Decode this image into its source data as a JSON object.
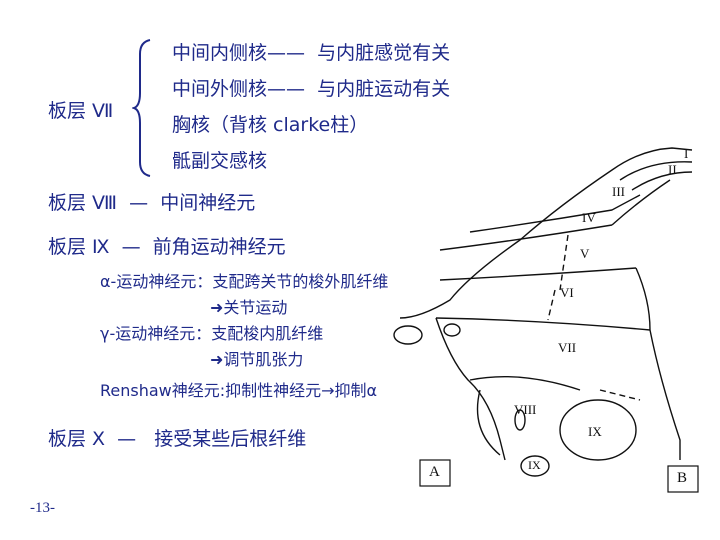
{
  "lamina_vii": {
    "label": "板层 Ⅶ",
    "items": [
      {
        "name": "中间内侧核",
        "dash": "——",
        "desc": "与内脏感觉有关"
      },
      {
        "name": "中间外侧核",
        "dash": "——",
        "desc": "与内脏运动有关"
      },
      {
        "name": "胸核（背核 clarke柱）"
      },
      {
        "name": "骶副交感核"
      }
    ]
  },
  "lamina_viii": {
    "label": "板层 Ⅷ",
    "dash": "—",
    "desc": "中间神经元"
  },
  "lamina_ix": {
    "label": "板层 Ⅸ",
    "dash": "—",
    "desc": "前角运动神经元",
    "alpha_line": "α-运动神经元：支配跨关节的梭外肌纤维",
    "alpha_result": "➜关节运动",
    "gamma_line": "γ-运动神经元：支配梭内肌纤维",
    "gamma_result": "➜调节肌张力",
    "renshaw_line": "Renshaw神经元:抑制性神经元→抑制α"
  },
  "lamina_x": {
    "label": "板层 Ⅹ",
    "dash": "—",
    "desc": "接受某些后根纤维"
  },
  "diagram": {
    "roman_labels": [
      "I",
      "II",
      "III",
      "IV",
      "V",
      "VI",
      "VII",
      "VIII",
      "IX",
      "IX"
    ],
    "panel_a": "A",
    "panel_b": "B"
  },
  "page_number": "-13-"
}
